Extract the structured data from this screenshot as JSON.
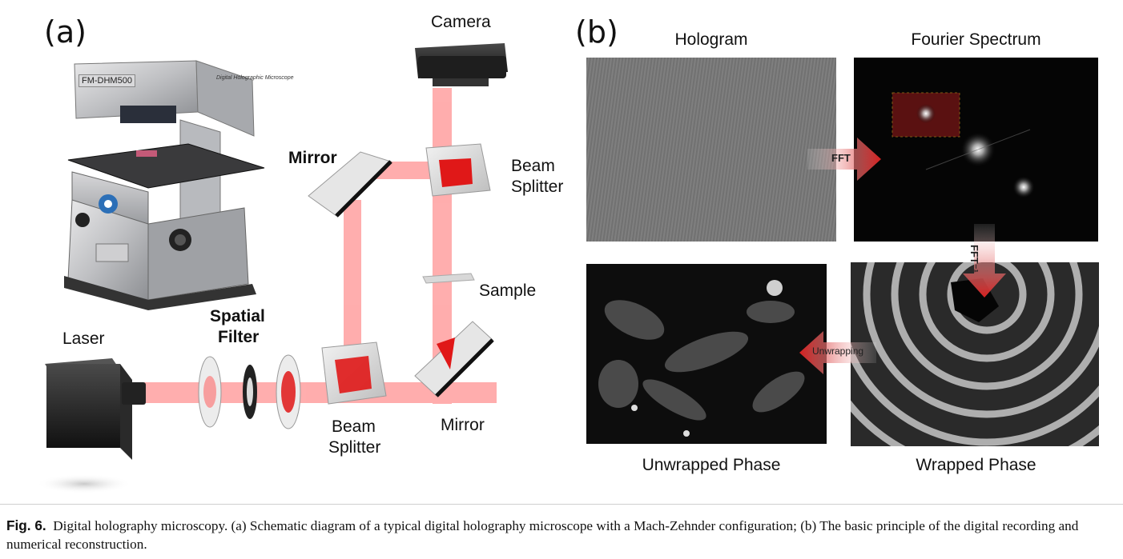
{
  "panel_a": {
    "letter": "(a)",
    "device_label": "FM-DHM500",
    "device_logo_text": "Digital Holographic Microscope",
    "labels": {
      "camera": "Camera",
      "mirror_top": "Mirror",
      "beam_splitter_top": [
        "Beam",
        "Splitter"
      ],
      "sample": "Sample",
      "laser": "Laser",
      "spatial_filter": [
        "Spatial",
        "Filter"
      ],
      "beam_splitter_bottom": [
        "Beam",
        "Splitter"
      ],
      "mirror_bottom": "Mirror"
    }
  },
  "panel_b": {
    "letter": "(b)",
    "titles": {
      "hologram": "Hologram",
      "fourier": "Fourier Spectrum",
      "unwrapped": "Unwrapped Phase",
      "wrapped": "Wrapped Phase"
    },
    "arrows": {
      "fft": "FFT",
      "ifft": "FFT⁻¹",
      "unwrapping": "Unwrapping"
    }
  },
  "caption": {
    "label": "Fig. 6.",
    "text": "Digital holography microscopy. (a) Schematic diagram of a typical digital holography microscope with a Mach-Zehnder configuration; (b) The basic principle of the digital recording and numerical reconstruction."
  },
  "colors": {
    "beam": "#ff6b6b",
    "accent_red": "#d62020"
  }
}
